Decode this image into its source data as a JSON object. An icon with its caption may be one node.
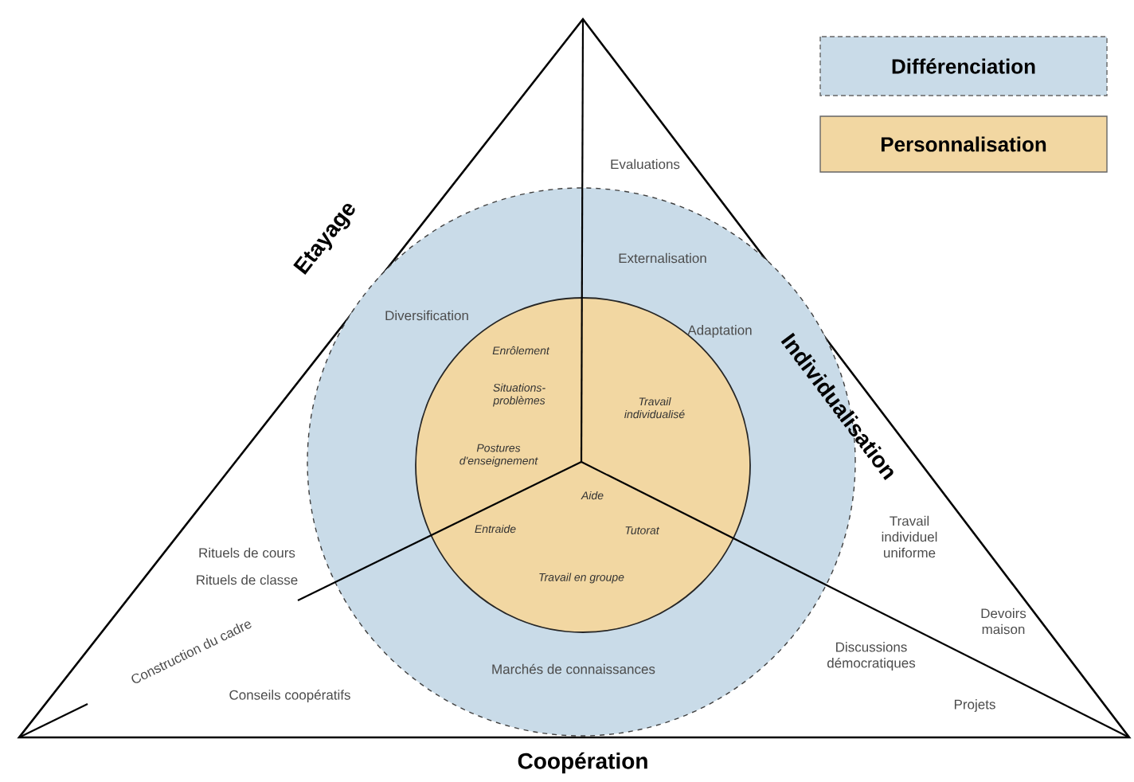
{
  "diagram": {
    "nodes": [
      {
        "text": [
          "Diversification",
          "Externalisation",
          "Adaptation",
          "Marchés de connaissances"
        ]
      },
      {
        "text": [
          "Enrôlement",
          "Situations-problèmes",
          "Postures d'enseignement",
          "Travail individualisé",
          "Aide",
          "Entraide",
          "Tutorat",
          "Travail en groupe"
        ],
        "in": 0
      }
    ],
    "labels": [
      "Etayage",
      "Individualisation",
      "Evaluations",
      "Rituels de cours",
      "Rituels de classe",
      "Construction du cadre",
      "Conseils coopératifs",
      "Travail individuel uniforme",
      "Devoirs maison",
      "Discussions démocratiques",
      "Projets",
      "Coopération"
    ],
    "legend": [
      {
        "text": "Différenciation",
        "color": "#c9dbe8"
      },
      {
        "text": "Personnalisation",
        "color": "#f2d7a2"
      }
    ]
  }
}
